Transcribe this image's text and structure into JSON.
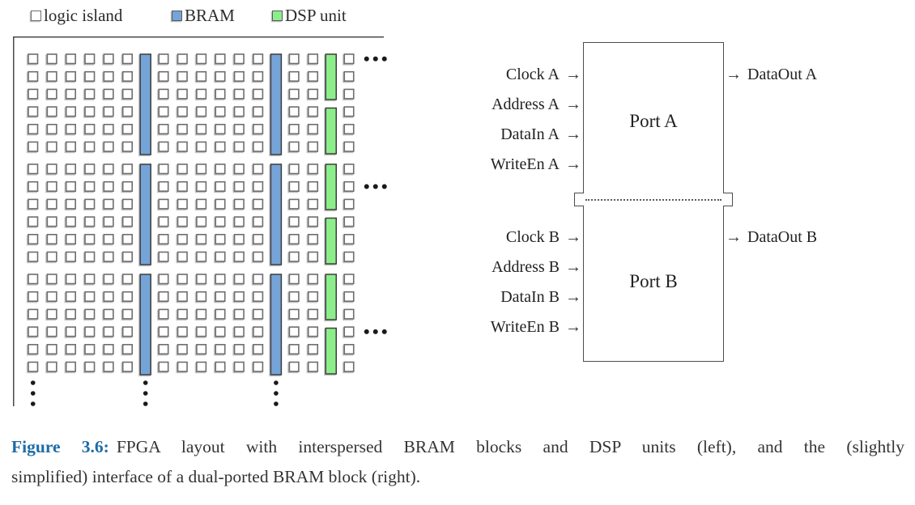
{
  "legend": {
    "items": [
      {
        "label": "logic island",
        "swatch": "logic",
        "color": "#ffffff"
      },
      {
        "label": "BRAM",
        "swatch": "bram",
        "color": "#74a4d8"
      },
      {
        "label": "DSP unit",
        "swatch": "dsp",
        "color": "#8cee8b"
      }
    ]
  },
  "fpga_layout": {
    "row_groups": 3,
    "rows_per_group": 6,
    "columns": [
      {
        "type": "logic",
        "count": 6
      },
      {
        "type": "bram"
      },
      {
        "type": "logic",
        "count": 6
      },
      {
        "type": "bram"
      },
      {
        "type": "logic",
        "count": 2
      },
      {
        "type": "dsp"
      },
      {
        "type": "logic",
        "count": 1
      }
    ],
    "dsp_bars_per_group": 2,
    "row_ellipsis_rows": [
      1,
      8,
      16
    ],
    "bottom_ellipsis_under": [
      "first-logic-column",
      "bram-column-1",
      "bram-column-2"
    ],
    "colors": {
      "bram": "#74a4d8",
      "dsp": "#8cee8b",
      "logic_fill": "#ffffff",
      "logic_border": "#6e6e6e",
      "bar_border": "#3c3c3c",
      "frame": "#4a4a4a",
      "dots": "#1a1a1a"
    }
  },
  "bram_interface": {
    "arrow": "→",
    "ports": [
      {
        "name": "Port A",
        "inputs": [
          "Clock A",
          "Address A",
          "DataIn A",
          "WriteEn A"
        ],
        "outputs": [
          "DataOut A"
        ]
      },
      {
        "name": "Port B",
        "inputs": [
          "Clock B",
          "Address B",
          "DataIn B",
          "WriteEn B"
        ],
        "outputs": [
          "DataOut B"
        ]
      }
    ]
  },
  "caption": {
    "label": "Figure 3.6:",
    "label_color": "#1d6ca6",
    "line1": "FPGA layout with interspersed BRAM blocks and DSP units (left), and the (slightly",
    "line2": "simplified) interface of a dual-ported BRAM block (right)."
  }
}
